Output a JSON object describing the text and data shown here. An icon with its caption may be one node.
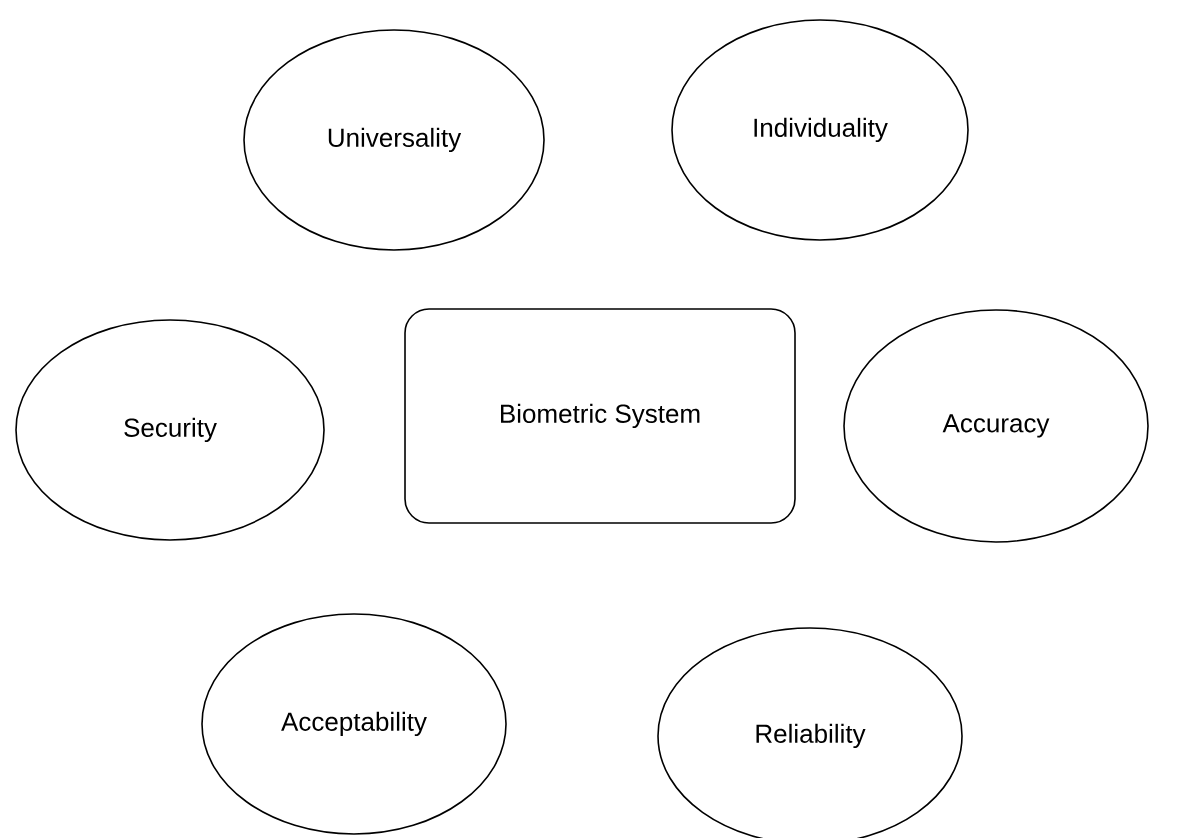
{
  "diagram": {
    "nodes": [
      {
        "text": [
          "Universality"
        ]
      },
      {
        "text": [
          "Individuality"
        ]
      },
      {
        "text": [
          "Security"
        ]
      },
      {
        "text": [
          "Biometric System"
        ]
      },
      {
        "text": [
          "Accuracy"
        ]
      },
      {
        "text": [
          "Acceptability"
        ]
      },
      {
        "text": [
          "Reliability"
        ]
      }
    ]
  }
}
